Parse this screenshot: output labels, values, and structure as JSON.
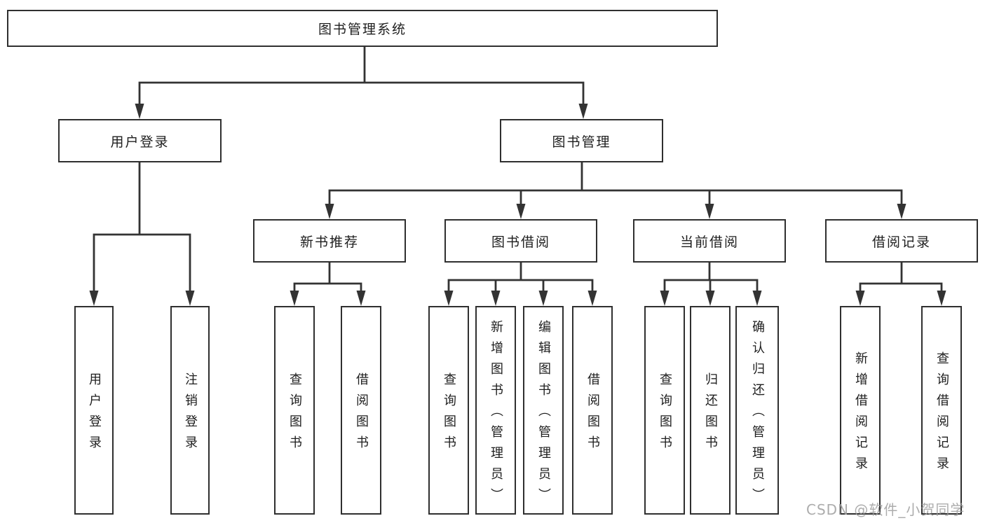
{
  "diagram_title": "图书管理系统",
  "watermark": "CSDN @软件_小贺同学",
  "colors": {
    "line": "#333333",
    "box_border": "#2f2f2f",
    "text": "#1e1e1e",
    "watermark": "#9e9e9e",
    "background": "#ffffff"
  },
  "tree": {
    "root": {
      "label": "图书管理系统",
      "children": [
        {
          "label": "用户登录",
          "children": [
            {
              "label": "用户登录"
            },
            {
              "label": "注销登录"
            }
          ]
        },
        {
          "label": "图书管理",
          "children": [
            {
              "label": "新书推荐",
              "children": [
                {
                  "label": "查询图书"
                },
                {
                  "label": "借阅图书"
                }
              ]
            },
            {
              "label": "图书借阅",
              "children": [
                {
                  "label": "查询图书"
                },
                {
                  "label": "新增图书（管理员）"
                },
                {
                  "label": "编辑图书（管理员）"
                },
                {
                  "label": "借阅图书"
                }
              ]
            },
            {
              "label": "当前借阅",
              "children": [
                {
                  "label": "查询图书"
                },
                {
                  "label": "归还图书"
                },
                {
                  "label": "确认归还（管理员）"
                }
              ]
            },
            {
              "label": "借阅记录",
              "children": [
                {
                  "label": "新增借阅记录"
                },
                {
                  "label": "查询借阅记录"
                }
              ]
            }
          ]
        }
      ]
    }
  }
}
